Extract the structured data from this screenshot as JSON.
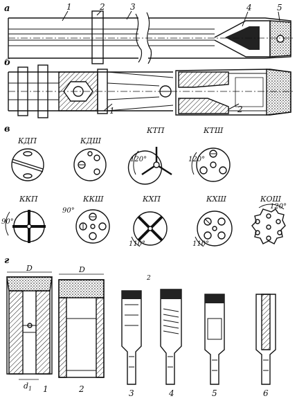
{
  "sections": {
    "a": {
      "label": "а",
      "callouts": [
        "1",
        "2",
        "3",
        "4",
        "5"
      ]
    },
    "b": {
      "label": "б",
      "callouts": [
        "1",
        "2"
      ]
    },
    "v": {
      "label": "в"
    },
    "g": {
      "label": "г",
      "callouts": [
        "1",
        "2",
        "3",
        "4",
        "5",
        "6"
      ],
      "dim_D": "D",
      "dim_d1": "d",
      "dim_d1_sub": "1",
      "mark": "2"
    }
  },
  "bits_row1": [
    "КДП",
    "КДШ",
    "КТП",
    "КТШ"
  ],
  "bits_row2": [
    "ККП",
    "ККШ",
    "КХП",
    "КХШ",
    "КОШ"
  ],
  "angles": {
    "ktp": "120°",
    "ktsh": "120°",
    "kkp": "90°",
    "kksh": "90°",
    "kxp": "110°",
    "kxsh": "110°",
    "kosh": "120°"
  }
}
